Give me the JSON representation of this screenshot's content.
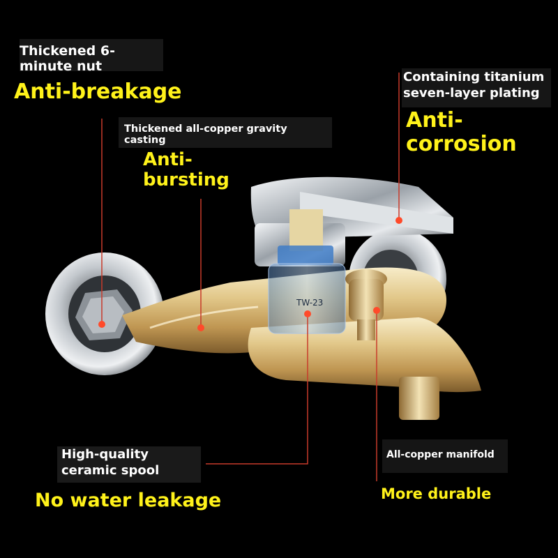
{
  "callouts": {
    "nut": {
      "caption": "Thickened 6-minute nut",
      "benefit": "Anti-breakage"
    },
    "plating": {
      "caption_line1": "Containing titanium",
      "caption_line2": "seven-layer plating",
      "benefit_line1": "Anti-",
      "benefit_line2": "corrosion"
    },
    "casting": {
      "caption": "Thickened all-copper gravity casting",
      "benefit_line1": "Anti-",
      "benefit_line2": "bursting"
    },
    "spool": {
      "caption_line1": "High-quality",
      "caption_line2": "ceramic spool",
      "benefit": "No water leakage"
    },
    "manifold": {
      "caption": "All-copper manifold",
      "benefit": "More durable"
    }
  },
  "cartridge_marking": "TW-23",
  "colors": {
    "highlight": "#fff21a",
    "leader": "#c83a2a",
    "gold": "#d9b86a",
    "chrome": "#c9ced4"
  }
}
